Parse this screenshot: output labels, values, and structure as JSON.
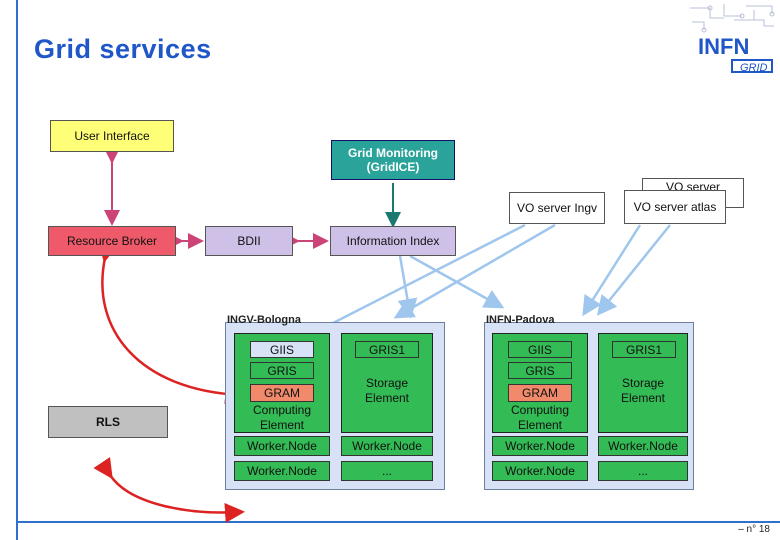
{
  "title": "Grid services",
  "colors": {
    "accent": "#1f56c8",
    "user_interface": "#ffff77",
    "resource_broker": "#ee5a6a",
    "grid_monitoring": "#2aa39a",
    "bdii": "#cfc0e8",
    "element_green": "#33bb55",
    "gram": "#f08a6a",
    "rls": "#c0c0c0"
  },
  "nodes": {
    "user_interface": "User Interface",
    "grid_monitoring": "Grid Monitoring (GridICE)",
    "resource_broker": "Resource Broker",
    "bdii": "BDII",
    "information_index": "Information Index",
    "vo_server_ingv": "VO server Ingv",
    "vo_server_back": "VO server",
    "vo_server_atlas": "VO server atlas",
    "rls": "RLS"
  },
  "sites": [
    {
      "name": "INGV-Bologna",
      "giis": "GIIS",
      "gris": "GRIS",
      "gram": "GRAM",
      "computing_element": "Computing Element",
      "gris1": "GRIS1",
      "storage_element": "Storage Element",
      "worker_nodes": [
        "Worker.Node",
        "Worker.Node",
        "Worker.Node",
        "..."
      ]
    },
    {
      "name": "INFN-Padova",
      "giis": "GIIS",
      "gris": "GRIS",
      "gram": "GRAM",
      "computing_element": "Computing Element",
      "gris1": "GRIS1",
      "storage_element": "Storage Element",
      "worker_nodes": [
        "Worker.Node",
        "Worker.Node",
        "Worker.Node",
        "..."
      ]
    }
  ],
  "logo": {
    "name": "INFN",
    "sub": "GRID"
  },
  "footer": "– n° 18"
}
